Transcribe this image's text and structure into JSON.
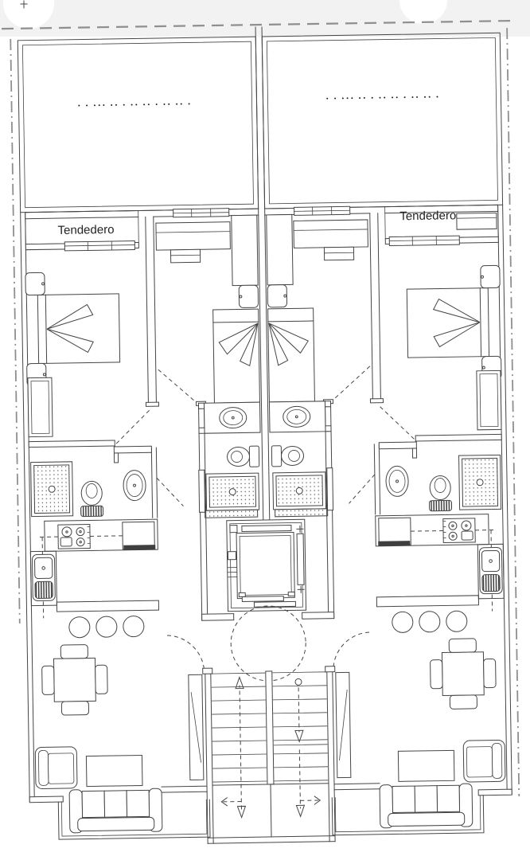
{
  "plan": {
    "labels": {
      "tendedero_left": "Tendedero",
      "tendedero_right": "Tendedero"
    },
    "terrace_notes": {
      "left": "• • ••• •• • •• •• • •• •• •",
      "right": "• • ••• •• • •• •• • •• •• •"
    },
    "fixtures": [
      "double-bed",
      "single-bed",
      "nightstand",
      "wardrobe",
      "washbasin",
      "toilet",
      "shower-tray",
      "vanity-counter",
      "kitchen-sink",
      "stove",
      "fridge",
      "bar-counter",
      "bar-stool",
      "dining-table",
      "dining-chair",
      "armchair",
      "coffee-table",
      "sofa",
      "tv-unit",
      "elevator",
      "staircase",
      "turning-circle",
      "window",
      "door-swing"
    ],
    "colors": {
      "line": "#454545",
      "boundary": "#8f8f8f",
      "dark": "#3f3f3f",
      "shade": "#ededed",
      "paper": "#ffffff"
    }
  }
}
